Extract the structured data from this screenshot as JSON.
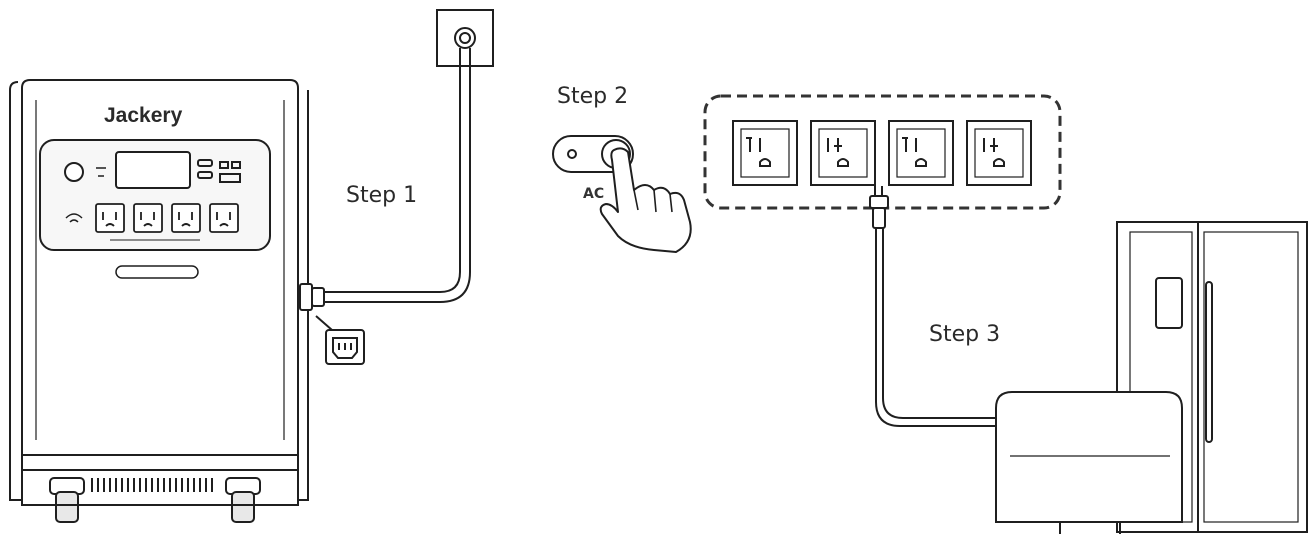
{
  "brand": "Jackery",
  "steps": {
    "step1": "Step 1",
    "step2": "Step 2",
    "step3": "Step 3"
  },
  "ac_button_label": "AC",
  "colors": {
    "stroke": "#1f1f1f",
    "fill": "#ffffff",
    "panel": "#f3f3f3"
  }
}
